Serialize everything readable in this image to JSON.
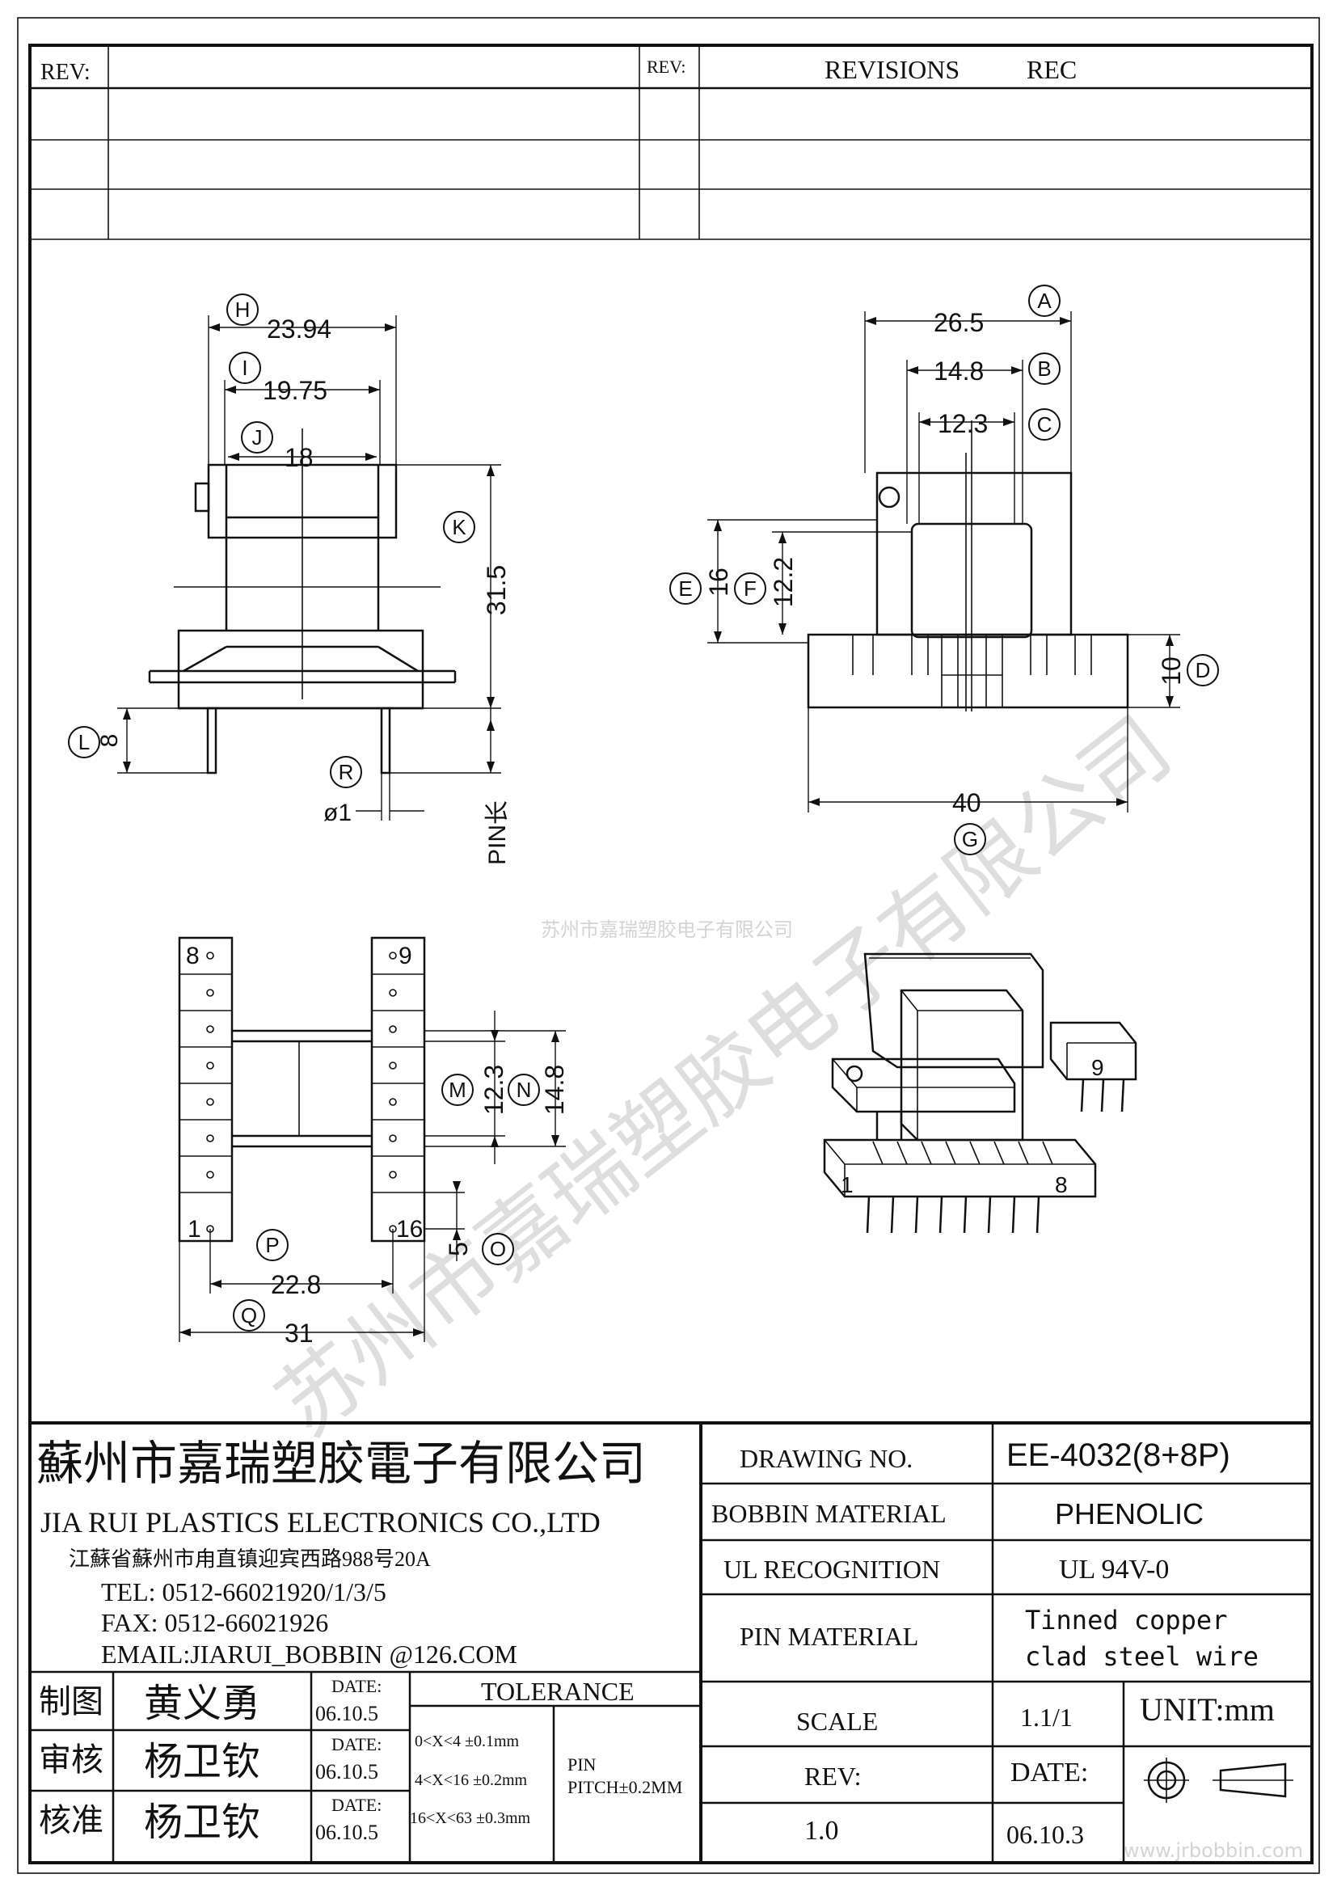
{
  "revision_block": {
    "rev_label_left": "REV:",
    "rev_label_right": "REV:",
    "revisions_label": "REVISIONS",
    "rec_label": "REC"
  },
  "dimensions": {
    "A": "26.5",
    "B": "14.8",
    "C": "12.3",
    "D": "10",
    "E": "16",
    "F": "12.2",
    "G": "40",
    "H": "23.94",
    "I": "19.75",
    "J": "18",
    "K": "31.5",
    "L": "8",
    "M": "12.3",
    "N": "14.8",
    "O": "5",
    "P": "22.8",
    "Q": "31",
    "R": "ø1",
    "pin_length": "PIN长"
  },
  "dim_letters": [
    "A",
    "B",
    "C",
    "D",
    "E",
    "F",
    "G",
    "H",
    "I",
    "J",
    "K",
    "L",
    "M",
    "N",
    "O",
    "P",
    "Q",
    "R"
  ],
  "pin_labels": {
    "bottom_left": "1",
    "top_left": "8",
    "top_right": "9",
    "bottom_right": "16"
  },
  "iso_pin_labels": {
    "left": "1",
    "right": "8",
    "top_right": "9"
  },
  "watermark": {
    "top_center": "苏州市嘉瑞塑胶电子有限公司",
    "diagonal": "苏州市嘉瑞塑胶电子有限公司",
    "footer_url": "www.jrbobbin.com"
  },
  "company": {
    "name_cn": "蘇州市嘉瑞塑胶電子有限公司",
    "name_en": "JIA RUI PLASTICS ELECTRONICS CO.,LTD",
    "address": "江蘇省蘇州市甪直镇迎宾西路988号20A",
    "tel": "TEL: 0512-66021920/1/3/5",
    "fax": "FAX: 0512-66021926",
    "email": "EMAIL:JIARUI_BOBBIN @126.COM"
  },
  "spec": {
    "drawing_no_label": "DRAWING  NO.",
    "drawing_no": "EE-4032(8+8P)",
    "bobbin_material_label": "BOBBIN  MATERIAL",
    "bobbin_material": "PHENOLIC",
    "ul_label": "UL RECOGNITION",
    "ul": "UL 94V-0",
    "pin_material_label": "PIN MATERIAL",
    "pin_material_1": "Tinned copper",
    "pin_material_2": "clad steel wire",
    "scale_label": "SCALE",
    "scale": "1.1/1",
    "unit": "UNIT:mm",
    "rev_label": "REV:",
    "rev": "1.0",
    "date_label": "DATE:",
    "date": "06.10.3"
  },
  "approvals": [
    {
      "role": "制图",
      "name": "黄义勇",
      "date_label": "DATE:",
      "date": "06.10.5"
    },
    {
      "role": "审核",
      "name": "杨卫钦",
      "date_label": "DATE:",
      "date": "06.10.5"
    },
    {
      "role": "核准",
      "name": "杨卫钦",
      "date_label": "DATE:",
      "date": "06.10.5"
    }
  ],
  "tolerance": {
    "title": "TOLERANCE",
    "rows": [
      "0<X<4  ±0.1mm",
      "4<X<16 ±0.2mm",
      "16<X<63 ±0.3mm"
    ],
    "pin_label": "PIN",
    "pin_pitch": "PITCH±0.2MM"
  },
  "icons": [
    "first-angle-projection-icon",
    "taper-symbol-icon"
  ]
}
